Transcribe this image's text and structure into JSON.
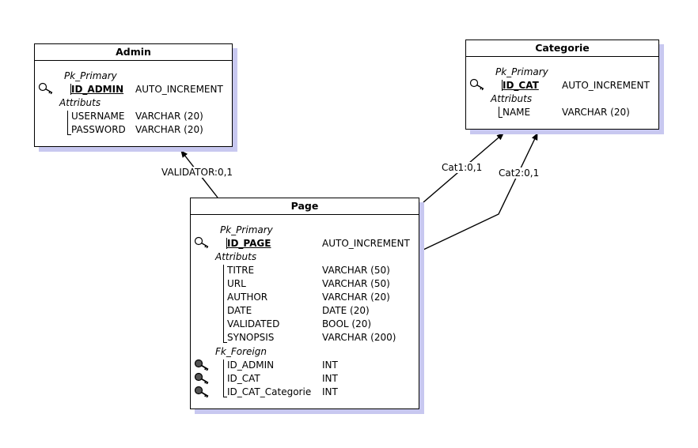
{
  "entities": {
    "admin": {
      "title": "Admin",
      "pk_section": "Pk_Primary",
      "pk_name": "ID_ADMIN",
      "pk_type": "AUTO_INCREMENT",
      "attr_section": "Attributs",
      "attrs": [
        {
          "name": "USERNAME",
          "type": "VARCHAR (20)"
        },
        {
          "name": "PASSWORD",
          "type": "VARCHAR (20)"
        }
      ]
    },
    "categorie": {
      "title": "Categorie",
      "pk_section": "Pk_Primary",
      "pk_name": "ID_CAT",
      "pk_type": "AUTO_INCREMENT",
      "attr_section": "Attributs",
      "attrs": [
        {
          "name": "NAME",
          "type": "VARCHAR (20)"
        }
      ]
    },
    "page": {
      "title": "Page",
      "pk_section": "Pk_Primary",
      "pk_name": "ID_PAGE",
      "pk_type": "AUTO_INCREMENT",
      "attr_section": "Attributs",
      "attrs": [
        {
          "name": "TITRE",
          "type": "VARCHAR (50)"
        },
        {
          "name": "URL",
          "type": "VARCHAR (50)"
        },
        {
          "name": "AUTHOR",
          "type": "VARCHAR (20)"
        },
        {
          "name": "DATE",
          "type": "DATE (20)"
        },
        {
          "name": "VALIDATED",
          "type": "BOOL (20)"
        },
        {
          "name": "SYNOPSIS",
          "type": "VARCHAR (200)"
        }
      ],
      "fk_section": "Fk_Foreign",
      "fks": [
        {
          "name": "ID_ADMIN",
          "type": "INT"
        },
        {
          "name": "ID_CAT",
          "type": "INT"
        },
        {
          "name": "ID_CAT_Categorie",
          "type": "INT"
        }
      ]
    }
  },
  "relations": {
    "validator": "VALIDATOR:0,1",
    "cat1": "Cat1:0,1",
    "cat2": "Cat2:0,1"
  },
  "icons": {
    "primary_key": "key-outline-icon",
    "foreign_key": "key-filled-icon"
  },
  "colors": {
    "shadow": "#c8c8f0"
  }
}
